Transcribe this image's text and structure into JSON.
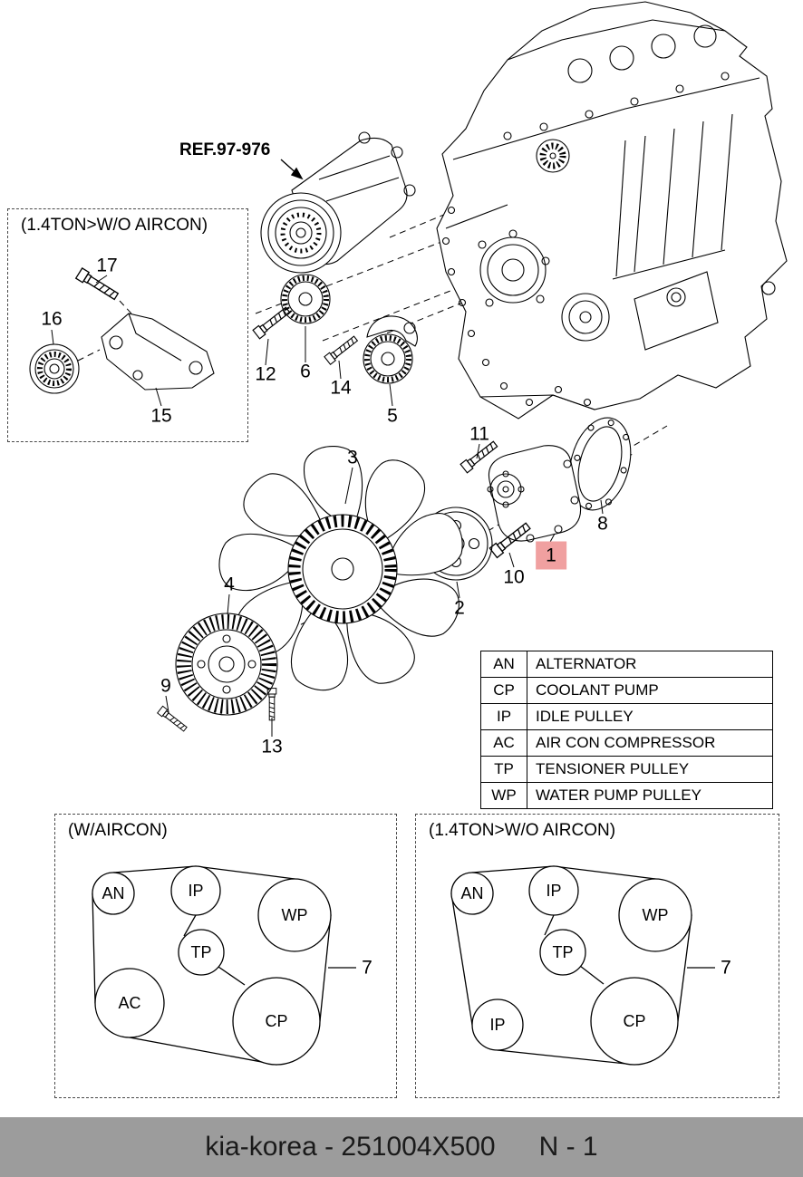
{
  "ref_label": "REF.97-976",
  "boxes": {
    "top_left_title": "(1.4TON>W/O AIRCON)",
    "bottom_left_title": "(W/AIRCON)",
    "bottom_right_title": "(1.4TON>W/O AIRCON)"
  },
  "callouts": {
    "c1": "1",
    "c2": "2",
    "c3": "3",
    "c4": "4",
    "c5": "5",
    "c6": "6",
    "c8": "8",
    "c9": "9",
    "c10": "10",
    "c11": "11",
    "c12": "12",
    "c13": "13",
    "c14": "14",
    "c15": "15",
    "c16": "16",
    "c17": "17",
    "belt7_left": "7",
    "belt7_right": "7"
  },
  "legend": {
    "rows": [
      {
        "abbr": "AN",
        "name": "ALTERNATOR"
      },
      {
        "abbr": "CP",
        "name": "COOLANT PUMP"
      },
      {
        "abbr": "IP",
        "name": "IDLE PULLEY"
      },
      {
        "abbr": "AC",
        "name": "AIR CON COMPRESSOR"
      },
      {
        "abbr": "TP",
        "name": "TENSIONER PULLEY"
      },
      {
        "abbr": "WP",
        "name": "WATER PUMP PULLEY"
      }
    ]
  },
  "belts": {
    "left": {
      "pulleys": {
        "an": "AN",
        "ip": "IP",
        "wp": "WP",
        "tp": "TP",
        "ac": "AC",
        "cp": "CP"
      }
    },
    "right": {
      "pulleys": {
        "an": "AN",
        "ip": "IP",
        "wp": "WP",
        "tp": "TP",
        "ip2": "IP",
        "cp": "CP"
      }
    }
  },
  "footer": {
    "code": "kia-korea - 251004X500",
    "page": "N - 1"
  },
  "colors": {
    "highlight": "#f0a0a0",
    "footer_bg": "#9c9c9c",
    "line": "#000000"
  }
}
